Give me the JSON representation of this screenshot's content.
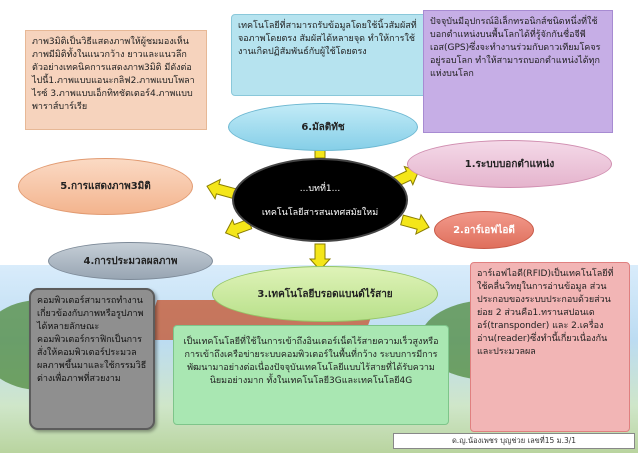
{
  "center": {
    "line1": "...บทที่1...",
    "line2": "เทคโนโลยีสารสนเทศสมัยใหม่"
  },
  "topics": {
    "t1": "1.ระบบบอกตำแหน่ง",
    "t2": "2.อาร์เอฟไอดี",
    "t3": "3.เทคโนโลยีบรอดแบนด์ไร้สาย",
    "t4": "4.การประมวลผลภาพ",
    "t5": "5.การแสดงภาพ3มิติ",
    "t6": "6.มัลติทัช"
  },
  "descriptions": {
    "three_d": "ภาพ3มิติเป็นวิธีแสดงภาพให้ผู้ชมมองเห็นภาพมีมิติทั้งในแนวกว้าง ยาวและแนวลึก ตัวอย่างเทคนิคการแสดงภาพ3มิติ มีดังต่อไปนี้1.ภาพแบบแอนะกลิฟ2.ภาพแบบโพลาไรซ์ 3.ภาพแบบเอ็กทิทชัตเตอร์4.ภาพแบบพาราส์บาร์เรีย",
    "multitouch": "เทคโนโลยีที่สามารถรับข้อมูลโดยใช้นิ้วสัมผัสที่จอภาพโดยตรง สัมผัสได้หลายจุด ทำให้การใช้งานเกิดปฏิสัมพันธ์กับผู้ใช้โดยตรง",
    "gps": "ปัจจุบันมีอุปกรณ์อิเล็กทรอนิกส์ชนิดหนึ่งที่ใช้บอกตำแหน่งบนพื้นโลกได้ที่รู้จักกันชื่อจีพีเอส(GPS)ซึ่งจะทำงานร่วมกับดาวเทียมโคจรอยู่รอบโลก ทำให้สามารถบอกตำแหน่งได้ทุกแห่งบนโลก",
    "image_processing": "คอมพิวเตอร์สามารถทำงานเกี่ยวข้องกับภาพหรือรูปภาพได้หลายลักษณะ คอมพิวเตอร์กราฟิกเป็นการสั่งให้คอมพิวเตอร์ประมวลผลภาพขึ้นมาและใช้กรรมวิธีต่างเพื่อภาพที่สวยงาม",
    "broadband": "เป็นเทคโนโลยีที่ใช้ในการเข้าถึงอินเตอร์เน็ตไร้สายความเร็วสูงหรือการเข้าถึงเครือข่ายระบบคอมพิวเตอร์ในพื้นที่กว้าง ระบบการมีการพัฒนามาอย่างต่อเนื่องปัจจุบันเทคโนโลยีแบบไร้สายที่ได้รับความนิยมอย่างมาก ทั้งในเทคโนโลยี3Gและเทคโนโลยี4G",
    "rfid": "อาร์เอฟไอดี(RFID)เป็นเทคโนโลยีที่ใช้คลื่นวิทยุในการอ่านข้อมูล ส่วนประกอบของระบบประกอบด้วยส่วนย่อย 2 ส่วนคือ1.ทรานสปอนเดอร์(transponder) และ 2.เครื่องอ่าน(reader)ซึ่งทำนี้เกี่ยวเนื่องกันและประมวลผล"
  },
  "credit": "ด.ญ.น้องเพชร บุญช่วย เลขที่15 ม.3/1",
  "colors": {
    "arrow": "#f4e619",
    "arrow_stroke": "#8a7d00"
  }
}
